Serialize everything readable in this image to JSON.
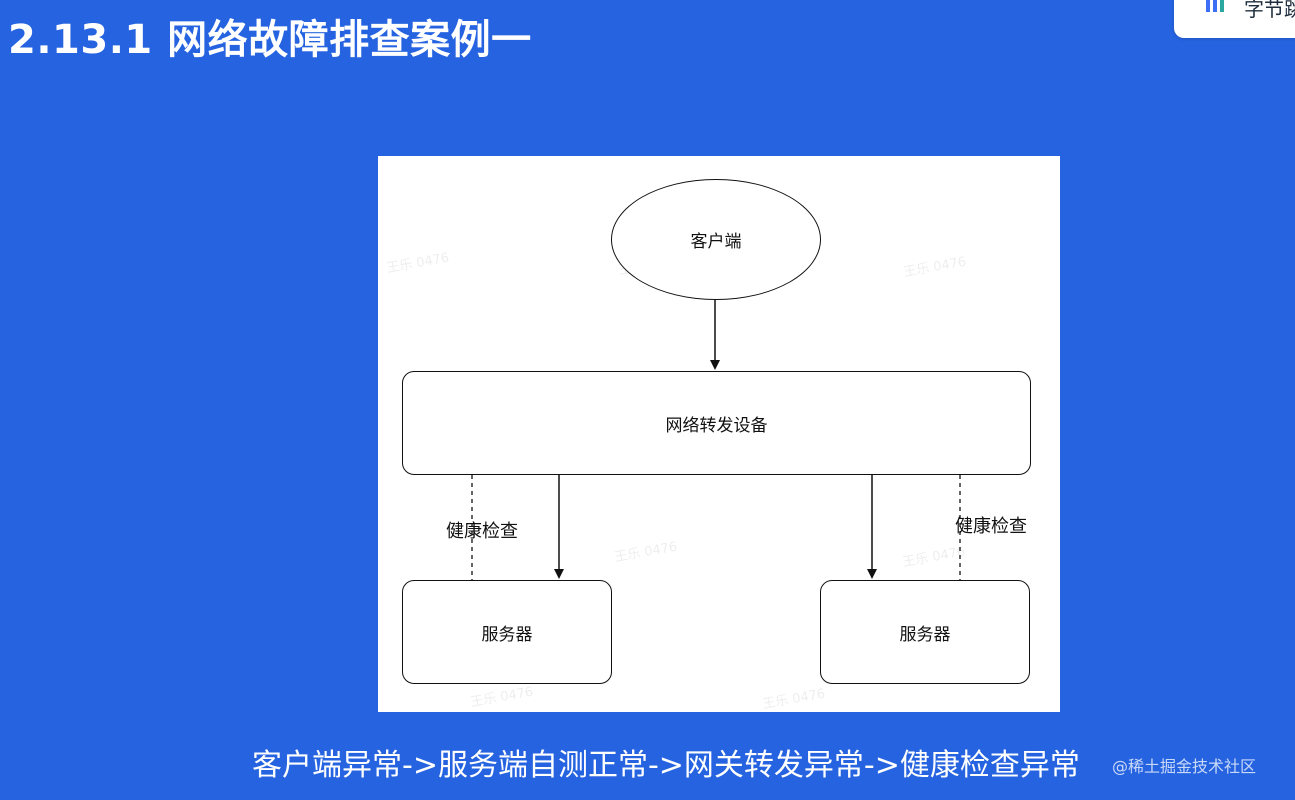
{
  "slide": {
    "title": "2.13.1 网络故障排查案例一",
    "caption": "客户端异常->服务端自测正常->网关转发异常->健康检查异常"
  },
  "logo": {
    "text": "字节跳"
  },
  "diagram": {
    "nodes": {
      "client": "客户端",
      "device": "网络转发设备",
      "server_left": "服务器",
      "server_right": "服务器"
    },
    "edge_labels": {
      "left": "健康检查",
      "right": "健康检查"
    },
    "watermark": "王乐 0476"
  },
  "corner_watermark": "@稀土掘金技术社区",
  "colors": {
    "background": "#2563e0",
    "panel": "#ffffff",
    "stroke": "#111111"
  }
}
